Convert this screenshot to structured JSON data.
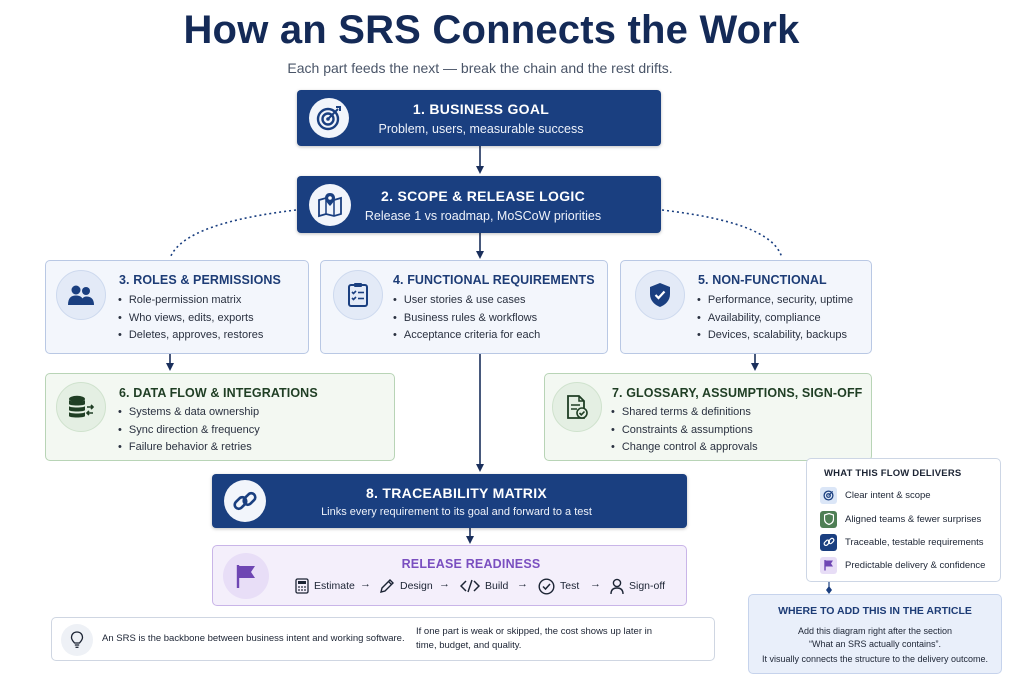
{
  "title": "How an SRS Connects the Work",
  "subtitle": "Each part feeds the next — break the chain and the rest drifts.",
  "business_goal": {
    "title": "1. BUSINESS GOAL",
    "subtitle": "Problem, users, measurable success",
    "icon": "target-icon"
  },
  "scope": {
    "title": "2. SCOPE & RELEASE LOGIC",
    "subtitle": "Release 1 vs roadmap, MoSCoW priorities",
    "icon": "map-pin-icon"
  },
  "roles": {
    "title": "3. ROLES & PERMISSIONS",
    "icon": "users-icon",
    "items": [
      "Role-permission matrix",
      "Who views, edits, exports",
      "Deletes, approves, restores"
    ]
  },
  "functional": {
    "title": "4. FUNCTIONAL REQUIREMENTS",
    "icon": "checklist-icon",
    "items": [
      "User stories & use cases",
      "Business rules & workflows",
      "Acceptance criteria for each"
    ]
  },
  "nonfunctional": {
    "title": "5. NON-FUNCTIONAL",
    "icon": "shield-icon",
    "items": [
      "Performance, security, uptime",
      "Availability, compliance",
      "Devices, scalability, backups"
    ]
  },
  "dataflow": {
    "title": "6. DATA FLOW & INTEGRATIONS",
    "icon": "database-sync-icon",
    "items": [
      "Systems & data ownership",
      "Sync direction & frequency",
      "Failure behavior & retries"
    ]
  },
  "glossary": {
    "title": "7. GLOSSARY, ASSUMPTIONS, SIGN-OFF",
    "icon": "document-check-icon",
    "items": [
      "Shared terms & definitions",
      "Constraints & assumptions",
      "Change control & approvals"
    ]
  },
  "traceability": {
    "title": "8. TRACEABILITY MATRIX",
    "subtitle": "Links every requirement to its goal and forward to a test",
    "icon": "link-icon"
  },
  "release": {
    "title": "RELEASE READINESS",
    "icon": "flag-icon",
    "steps": [
      {
        "label": "Estimate",
        "icon": "calculator-icon"
      },
      {
        "label": "Design",
        "icon": "pencil-icon"
      },
      {
        "label": "Build",
        "icon": "code-icon"
      },
      {
        "label": "Test",
        "icon": "check-circle-icon"
      },
      {
        "label": "Sign-off",
        "icon": "person-icon"
      }
    ]
  },
  "note": {
    "icon": "lightbulb-icon",
    "left": "An SRS is the backbone between business intent and working software.",
    "right_1": "If one part is weak or skipped, the cost shows up later in",
    "right_2": "time, budget, and quality."
  },
  "delivers": {
    "title": "WHAT THIS FLOW DELIVERS",
    "items": [
      {
        "label": "Clear intent & scope",
        "icon": "target-icon",
        "color": "#dbe6f7"
      },
      {
        "label": "Aligned teams & fewer surprises",
        "icon": "shield-icon",
        "color": "#4f7f55"
      },
      {
        "label": "Traceable, testable requirements",
        "icon": "link-icon",
        "color": "#1a3f80"
      },
      {
        "label": "Predictable delivery & confidence",
        "icon": "flag-icon",
        "color": "#e7ddf6"
      }
    ]
  },
  "where": {
    "title": "WHERE TO ADD THIS IN THE ARTICLE",
    "line_1": "Add this diagram right after the section",
    "line_2": "“What an SRS actually contains”.",
    "line_3": "It visually connects the structure to the delivery outcome."
  },
  "colors": {
    "navy": "#1a3f80",
    "green": "#1f3e24",
    "purple": "#7a4fc0",
    "blue_card": "#f3f6fc"
  }
}
